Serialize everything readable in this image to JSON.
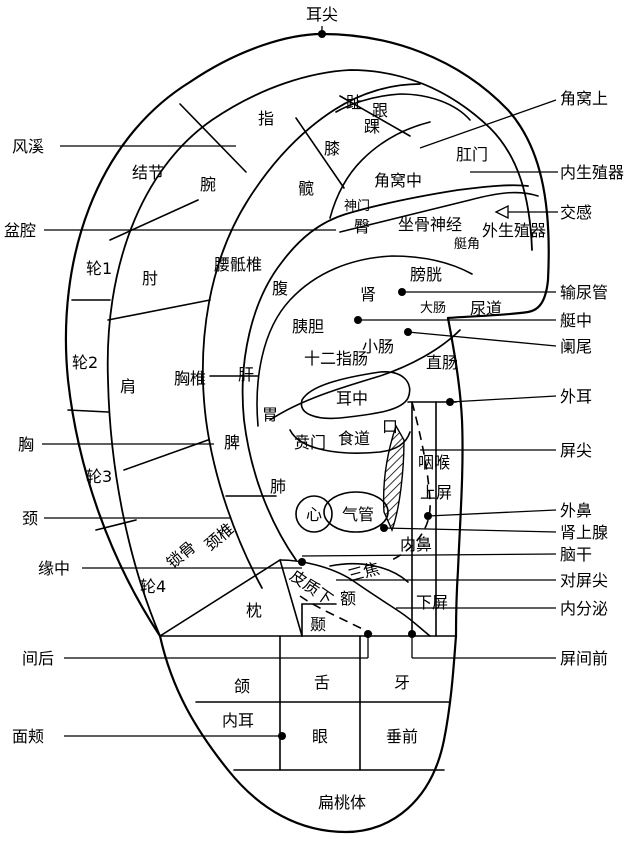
{
  "zones": {
    "toe": "趾",
    "heel": "跟",
    "ankle": "踝",
    "knee": "膝",
    "hip": "髋",
    "sympathetic_short": "神门",
    "triangular_fossa": "角窝中",
    "finger": "指",
    "wrist": "腕",
    "tubercle": "结节",
    "lumbosacral": "腰骶椎",
    "elbow": "肘",
    "helix1": "轮1",
    "helix2": "轮2",
    "helix3": "轮3",
    "helix4": "轮4",
    "shoulder": "肩",
    "thoracic": "胸椎",
    "clavicle": "锁骨",
    "cervical": "颈椎",
    "abdomen": "腹",
    "buttock": "臀",
    "sciatic": "坐骨神经",
    "kidney": "肾",
    "pancreas_gall": "胰胆",
    "bladder": "膀胱",
    "large_intestine": "大肠",
    "corner": "艇角",
    "urethra": "尿道",
    "small_intestine": "小肠",
    "duodenum": "十二指肠",
    "liver": "肝",
    "stomach": "胃",
    "ear_center": "耳中",
    "cardia": "贲门",
    "esophagus": "食道",
    "mouth": "口",
    "spleen": "脾",
    "lung": "肺",
    "heart": "心",
    "trachea": "气管",
    "rectum": "直肠",
    "throat": "咽喉",
    "upper_screen": "上屏",
    "inner_nose": "内鼻",
    "subcortex": "皮质下",
    "forehead": "额",
    "triple_burner": "三焦",
    "lower_screen": "下屏",
    "temple": "颞",
    "occiput": "枕",
    "jaw": "颌",
    "tongue": "舌",
    "tooth": "牙",
    "inner_ear": "内耳",
    "eye": "眼",
    "anterior_lobe": "垂前",
    "tonsil": "扁桃体",
    "external_genitals": "外生殖器",
    "anus": "肛门"
  },
  "labels": {
    "ear_apex": "耳尖",
    "wind_stream": "风溪",
    "pelvis": "盆腔",
    "chest": "胸",
    "neck": "颈",
    "border_center": "缘中",
    "posterior_intertragus": "间后",
    "cheek": "面颊",
    "upper_triangular": "角窝上",
    "internal_genitals": "内生殖器",
    "sympathetic": "交感",
    "ureter": "输尿管",
    "cymba_center": "艇中",
    "appendix": "阑尾",
    "external_ear": "外耳",
    "tragus_apex": "屏尖",
    "external_nose": "外鼻",
    "adrenal": "肾上腺",
    "brainstem": "脑干",
    "antitragus_apex": "对屏尖",
    "endocrine": "内分泌",
    "anterior_intertragus": "屏间前"
  }
}
